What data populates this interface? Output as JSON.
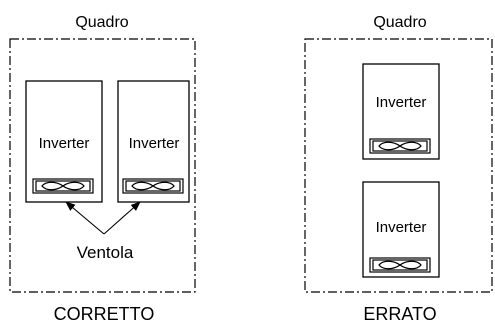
{
  "diagram": {
    "left": {
      "panel_label": "Quadro",
      "inverter_label": "Inverter",
      "fan_label": "Ventola",
      "caption": "CORRETTO"
    },
    "right": {
      "panel_label": "Quadro",
      "inverter_label": "Inverter",
      "caption": "ERRATO"
    }
  }
}
